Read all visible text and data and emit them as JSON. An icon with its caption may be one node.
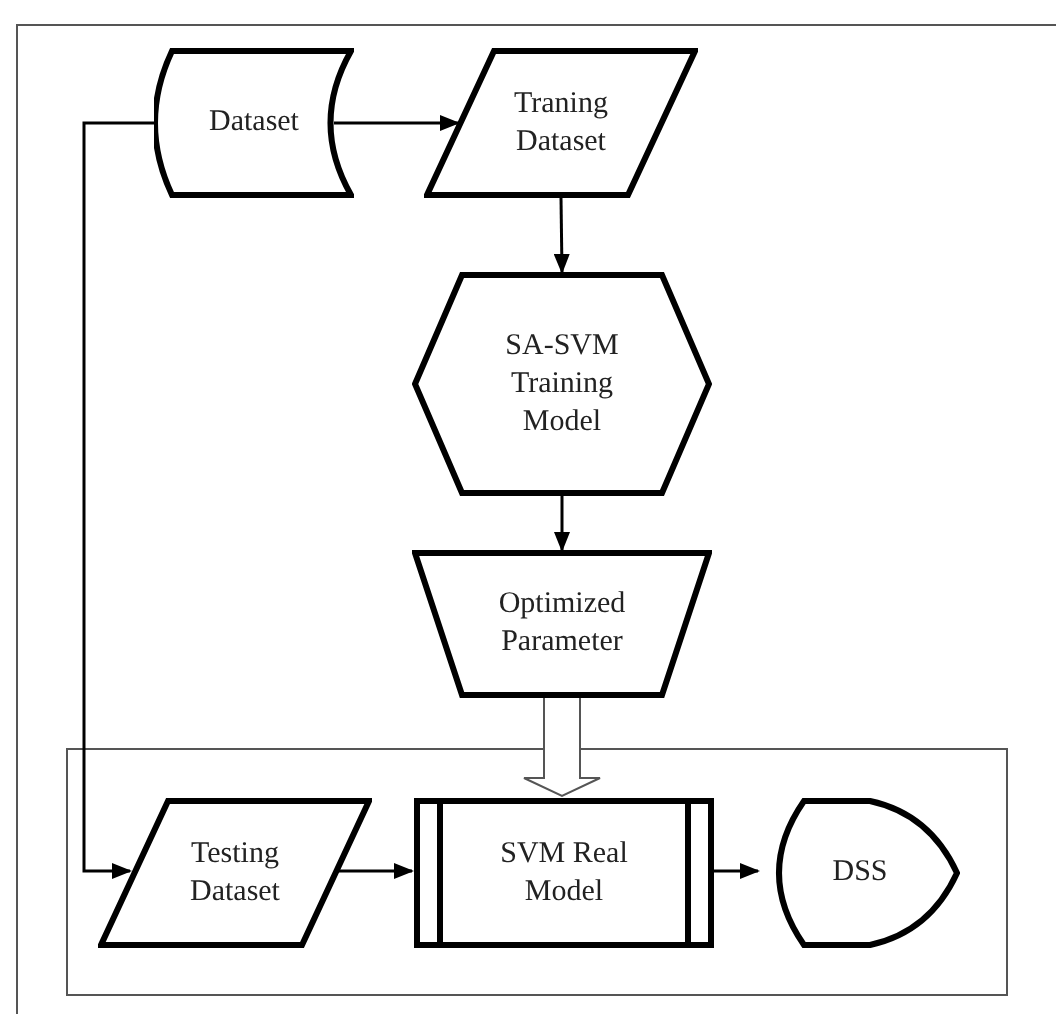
{
  "diagram": {
    "nodes": [
      {
        "text": [
          "Dataset"
        ]
      },
      {
        "text": [
          "Traning Dataset"
        ]
      },
      {
        "text": [
          "SA-SVM Training Model"
        ]
      },
      {
        "text": [
          "Optimized Parameter"
        ]
      },
      {
        "text": [],
        "shape": "box"
      },
      {
        "text": [
          "Testing Dataset"
        ],
        "in": 4
      },
      {
        "text": [
          "SVM Real Model"
        ],
        "in": 4
      },
      {
        "text": [
          "DSS"
        ],
        "in": 4
      }
    ],
    "edges": [
      {
        "from": 0,
        "to": 1,
        "arrow": "to"
      },
      {
        "from": 1,
        "to": 2,
        "arrow": "to"
      },
      {
        "from": 2,
        "to": 3,
        "arrow": "to"
      },
      {
        "from": 3,
        "to": 6,
        "arrow": "to",
        "style": "thick"
      },
      {
        "from": 0,
        "to": 5,
        "arrow": "to"
      },
      {
        "from": 5,
        "to": 6,
        "arrow": "to"
      },
      {
        "from": 6,
        "to": 7,
        "arrow": "to"
      }
    ]
  }
}
